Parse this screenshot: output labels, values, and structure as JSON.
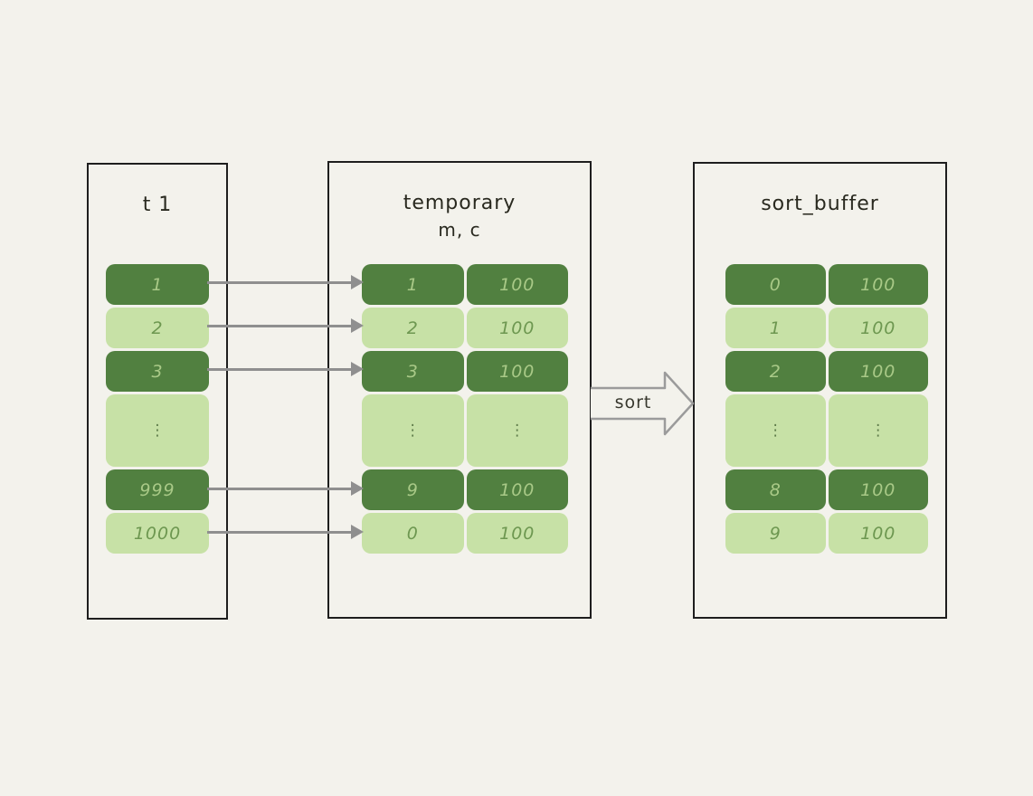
{
  "colors": {
    "background": "#f3f2ec",
    "box_border": "#1e1e1e",
    "cell_dark": "#518040",
    "cell_light": "#c7e1a6",
    "text_on_dark": "#a9c987",
    "text_on_light": "#6d9750",
    "arrow_gray": "#8f8f8f"
  },
  "boxes": [
    {
      "id": "t1",
      "title_lines": [
        "t 1"
      ],
      "rows": [
        [
          "1"
        ],
        [
          "2"
        ],
        [
          "3"
        ],
        [
          "⋮"
        ],
        [
          "999"
        ],
        [
          "1000"
        ]
      ]
    },
    {
      "id": "temporary",
      "title_lines": [
        "temporary",
        "m, c"
      ],
      "rows": [
        [
          "1",
          "100"
        ],
        [
          "2",
          "100"
        ],
        [
          "3",
          "100"
        ],
        [
          "⋮",
          "⋮"
        ],
        [
          "9",
          "100"
        ],
        [
          "0",
          "100"
        ]
      ]
    },
    {
      "id": "sort_buffer",
      "title_lines": [
        "sort_buffer"
      ],
      "rows": [
        [
          "0",
          "100"
        ],
        [
          "1",
          "100"
        ],
        [
          "2",
          "100"
        ],
        [
          "⋮",
          "⋮"
        ],
        [
          "8",
          "100"
        ],
        [
          "9",
          "100"
        ]
      ]
    }
  ],
  "sort_arrow": {
    "label": "sort"
  }
}
